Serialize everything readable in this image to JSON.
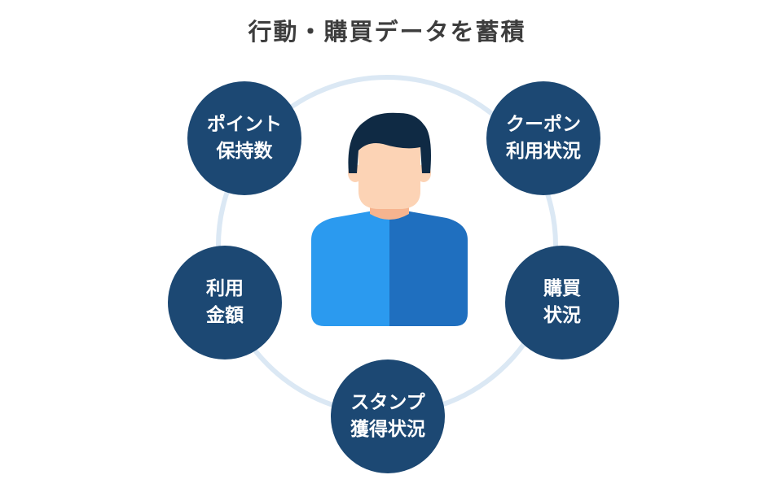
{
  "title": "行動・購買データを蓄積",
  "nodes": {
    "point": {
      "line1": "ポイント",
      "line2": "保持数"
    },
    "coupon": {
      "line1": "クーポン",
      "line2": "利用状況"
    },
    "amount": {
      "line1": "利用",
      "line2": "金額"
    },
    "purchase": {
      "line1": "購買",
      "line2": "状況"
    },
    "stamp": {
      "line1": "スタンプ",
      "line2": "獲得状況"
    }
  },
  "colors": {
    "node_fill": "#1c4873",
    "ring": "#dbe8f4",
    "title": "#3d3d3d",
    "hair": "#0f2a44",
    "skin": "#fcd3b5",
    "neck": "#f6b48f",
    "shirt_light": "#2b9aef",
    "shirt_dark": "#1f6fbf"
  },
  "icons": {
    "center": "person-icon"
  }
}
